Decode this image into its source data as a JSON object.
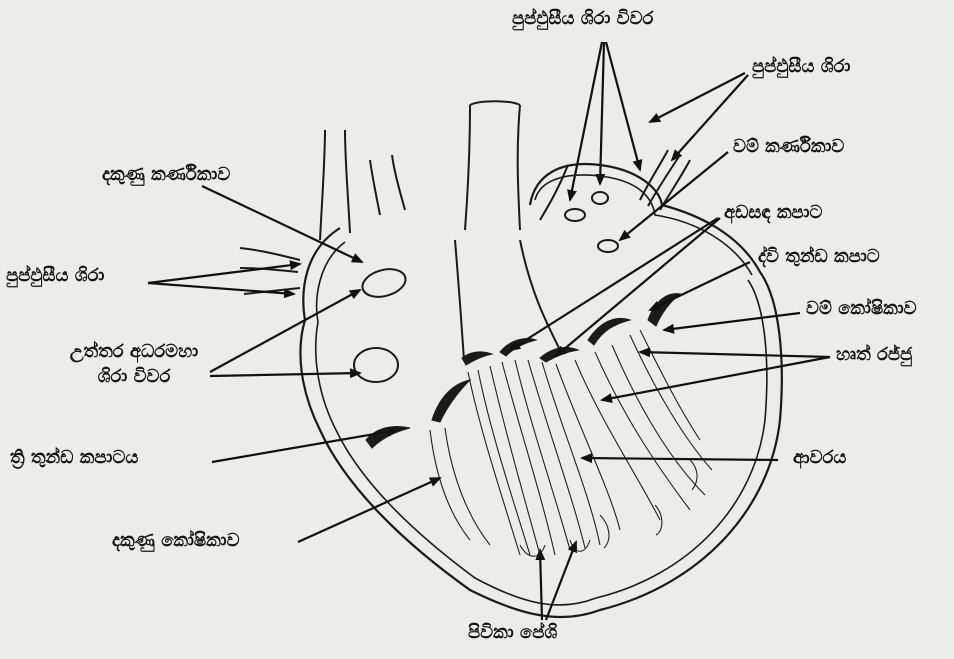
{
  "labels": {
    "pulmonary_vein_openings": "පුප්ඵුසීය ශිරා විවර",
    "pulmonary_veins_left": "පුප්ඵුසීය ශිරා",
    "left_atrium": "වම් කර්ණිකාව",
    "right_atrium": "දකුණු කර්ණිකාව",
    "semilunar_valve": "අඩසඳ කපාට",
    "bicuspid_valve": "ද්වි තුන්ඩ කපාට",
    "pulmonary_veins_right": "පුප්ඵුසීය ශිරා",
    "left_ventricle": "වම් කෝෂිකාව",
    "vena_cava_openings_line1": "උත්තර අධරමහා",
    "vena_cava_openings_line2": "ශිරා විවර",
    "chordae_tendineae": "හෘත් රජ්ජු",
    "tricuspid_valve": "ත්‍රි තුන්ඩ කපාටය",
    "septum": "ආවරය",
    "right_ventricle": "දකුණු කෝෂිකාව",
    "papillary_muscles": "පිවිකා පේශි"
  }
}
